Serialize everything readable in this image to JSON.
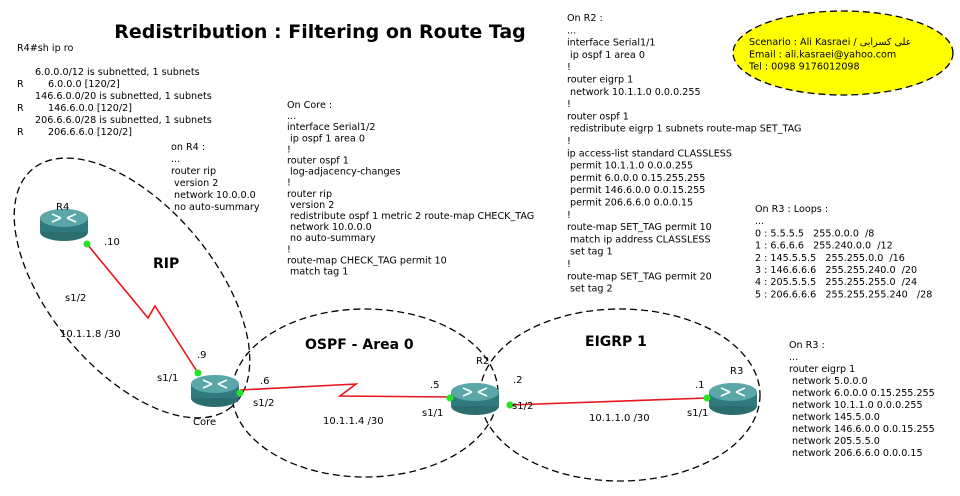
{
  "title": "Redistribution : Filtering on Route Tag",
  "colors": {
    "link": "#e8141c",
    "port": "#22e622",
    "router": "#3a8a8c",
    "contact_bubble": "#ffff00"
  },
  "show_output": {
    "command": "R4#sh ip ro",
    "lines": [
      {
        "code": "",
        "text": "6.0.0.0/12 is subnetted, 1 subnets"
      },
      {
        "code": "R",
        "text": "6.0.0.0 [120/2]"
      },
      {
        "code": "",
        "text": "146.6.0.0/20 is subnetted, 1 subnets"
      },
      {
        "code": "R",
        "text": "146.6.0.0 [120/2]"
      },
      {
        "code": "",
        "text": "206.6.6.0/28 is subnetted, 1 subnets"
      },
      {
        "code": "R",
        "text": "206.6.6.0 [120/2]"
      }
    ]
  },
  "r4_config": [
    "on R4 :",
    "...",
    "router rip",
    " version 2",
    " network 10.0.0.0",
    " no auto-summary"
  ],
  "core_config": [
    "On Core :",
    "...",
    "interface Serial1/2",
    " ip ospf 1 area 0",
    "!",
    "router ospf 1",
    " log-adjacency-changes",
    "!",
    "router rip",
    " version 2",
    " redistribute ospf 1 metric 2 route-map CHECK_TAG",
    " network 10.0.0.0",
    " no auto-summary",
    "!",
    "route-map CHECK_TAG permit 10",
    " match tag 1"
  ],
  "r2_config": [
    "On R2 :",
    "...",
    "interface Serial1/1",
    " ip ospf 1 area 0",
    "!",
    "router eigrp 1",
    " network 10.1.1.0 0.0.0.255",
    "!",
    "router ospf 1",
    " redistribute eigrp 1 subnets route-map SET_TAG",
    "!",
    "ip access-list standard CLASSLESS",
    " permit 10.1.1.0 0.0.0.255",
    " permit 6.0.0.0 0.15.255.255",
    " permit 146.6.0.0 0.0.15.255",
    " permit 206.6.6.0 0.0.0.15",
    "!",
    "route-map SET_TAG permit 10",
    " match ip address CLASSLESS",
    " set tag 1",
    "!",
    "route-map SET_TAG permit 20",
    " set tag 2"
  ],
  "r3_loops": [
    "On R3 : Loops :",
    "...",
    "0 : 5.5.5.5   255.0.0.0  /8",
    "1 : 6.6.6.6   255.240.0.0  /12",
    "2 : 145.5.5.5   255.255.0.0  /16",
    "3 : 146.6.6.6   255.255.240.0  /20",
    "4 : 205.5.5.5   255.255.255.0  /24",
    "5 : 206.6.6.6   255.255.255.240   /28"
  ],
  "r3_config": [
    "On R3 :",
    "...",
    "router eigrp 1",
    " network 5.0.0.0",
    " network 6.0.0.0 0.15.255.255",
    " network 10.1.1.0 0.0.0.255",
    " network 145.5.0.0",
    " network 146.6.0.0 0.0.15.255",
    " network 205.5.5.0",
    " network 206.6.6.0 0.0.0.15"
  ],
  "contact": [
    "Scenario : Ali Kasraei / علی کسرایی",
    "Email : ali.kasraei@yahoo.com",
    "Tel : 0098 9176012098"
  ],
  "areas": {
    "rip": "RIP",
    "ospf": "OSPF - Area 0",
    "eigrp": "EIGRP  1"
  },
  "routers": {
    "r4": "R4",
    "core": "Core",
    "r2": "R2",
    "r3": "R3"
  },
  "links": {
    "r4_core": {
      "subnet": "10.1.1.8 /30",
      "r4_ip": ".10",
      "r4_if": "s1/2",
      "core_ip": ".9",
      "core_if": "s1/1"
    },
    "core_r2": {
      "subnet": "10.1.1.4 /30",
      "core_ip": ".6",
      "core_if": "s1/2",
      "r2_ip": ".5",
      "r2_if": "s1/1"
    },
    "r2_r3": {
      "subnet": "10.1.1.0 /30",
      "r2_ip": ".2",
      "r2_if": "s1/2",
      "r3_ip": ".1",
      "r3_if": "s1/1"
    }
  }
}
